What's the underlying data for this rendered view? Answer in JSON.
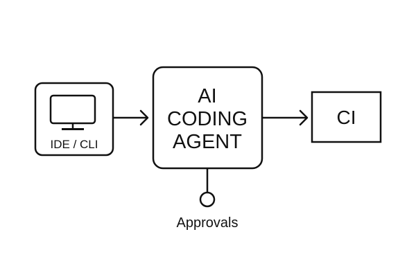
{
  "diagram": {
    "nodes": {
      "ide": {
        "label": "IDE / CLI",
        "icon": "monitor-icon"
      },
      "agent": {
        "label_lines": [
          "AI",
          "CODING",
          "AGENT"
        ]
      },
      "ci": {
        "label": "CI"
      },
      "approvals": {
        "label": "Approvals"
      }
    },
    "edges": [
      {
        "from": "ide",
        "to": "agent",
        "style": "arrow"
      },
      {
        "from": "agent",
        "to": "ci",
        "style": "arrow"
      },
      {
        "from": "agent",
        "to": "approvals",
        "style": "lollipop"
      }
    ],
    "colors": {
      "stroke": "#111111",
      "background": "#ffffff"
    }
  }
}
